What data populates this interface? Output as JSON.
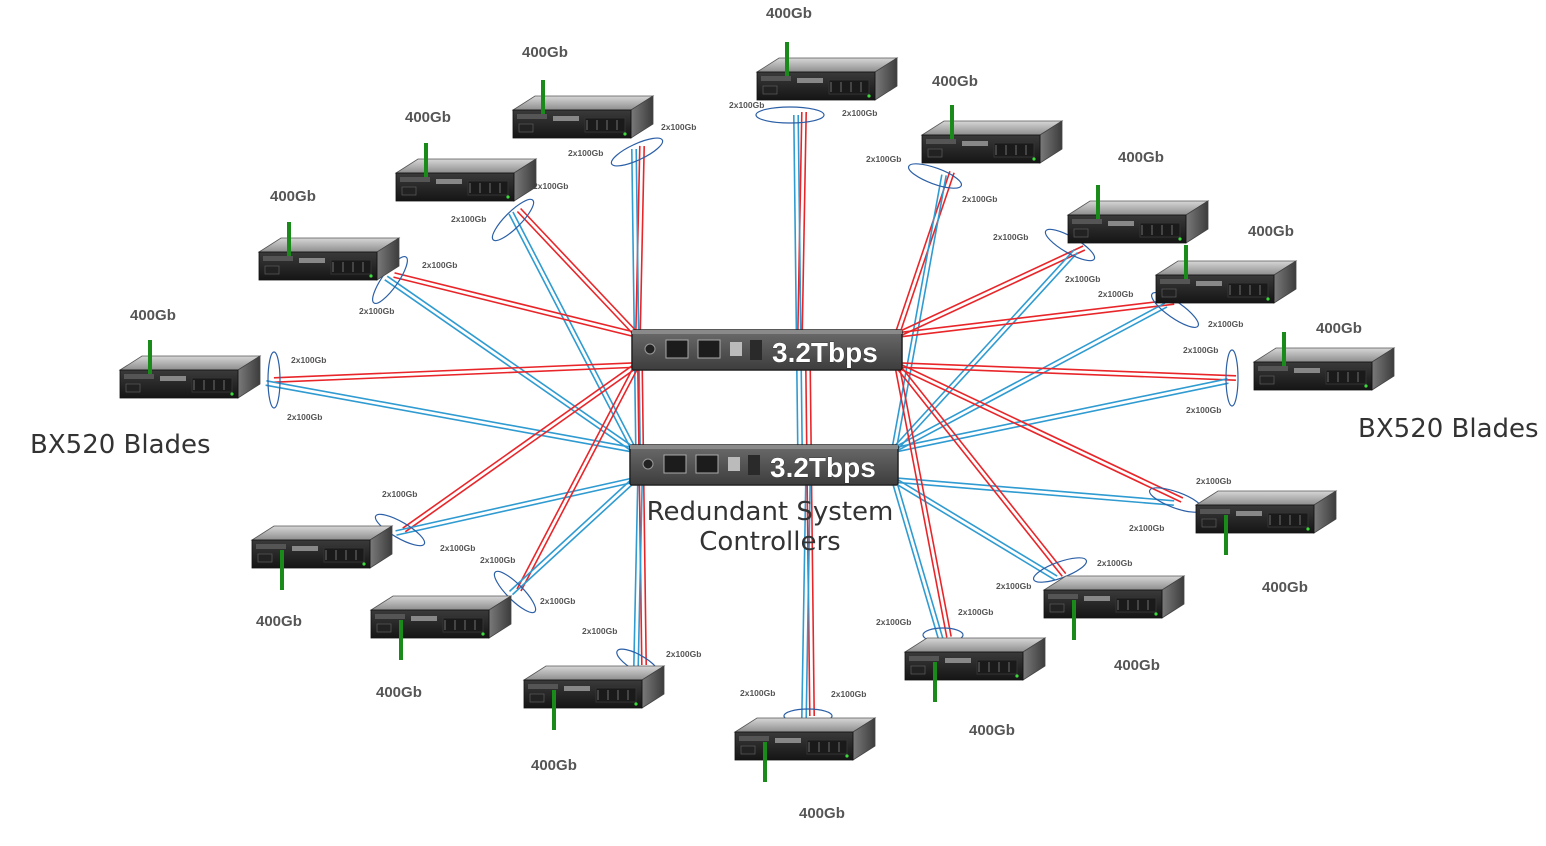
{
  "title_left": "BX520 Blades",
  "title_right": "BX520 Blades",
  "controllers_caption": [
    "Redundant System",
    "Controllers"
  ],
  "controllers": [
    {
      "speed_label": "3.2Tbps"
    },
    {
      "speed_label": "3.2Tbps"
    }
  ],
  "blade_bandwidth": "400Gb",
  "link_label": "2x100Gb",
  "colors": {
    "link_to_top_controller": "#e8262a",
    "link_to_bottom_controller": "#2f9bd1",
    "uplink": "#1a8a1a"
  },
  "blade_count": 16
}
